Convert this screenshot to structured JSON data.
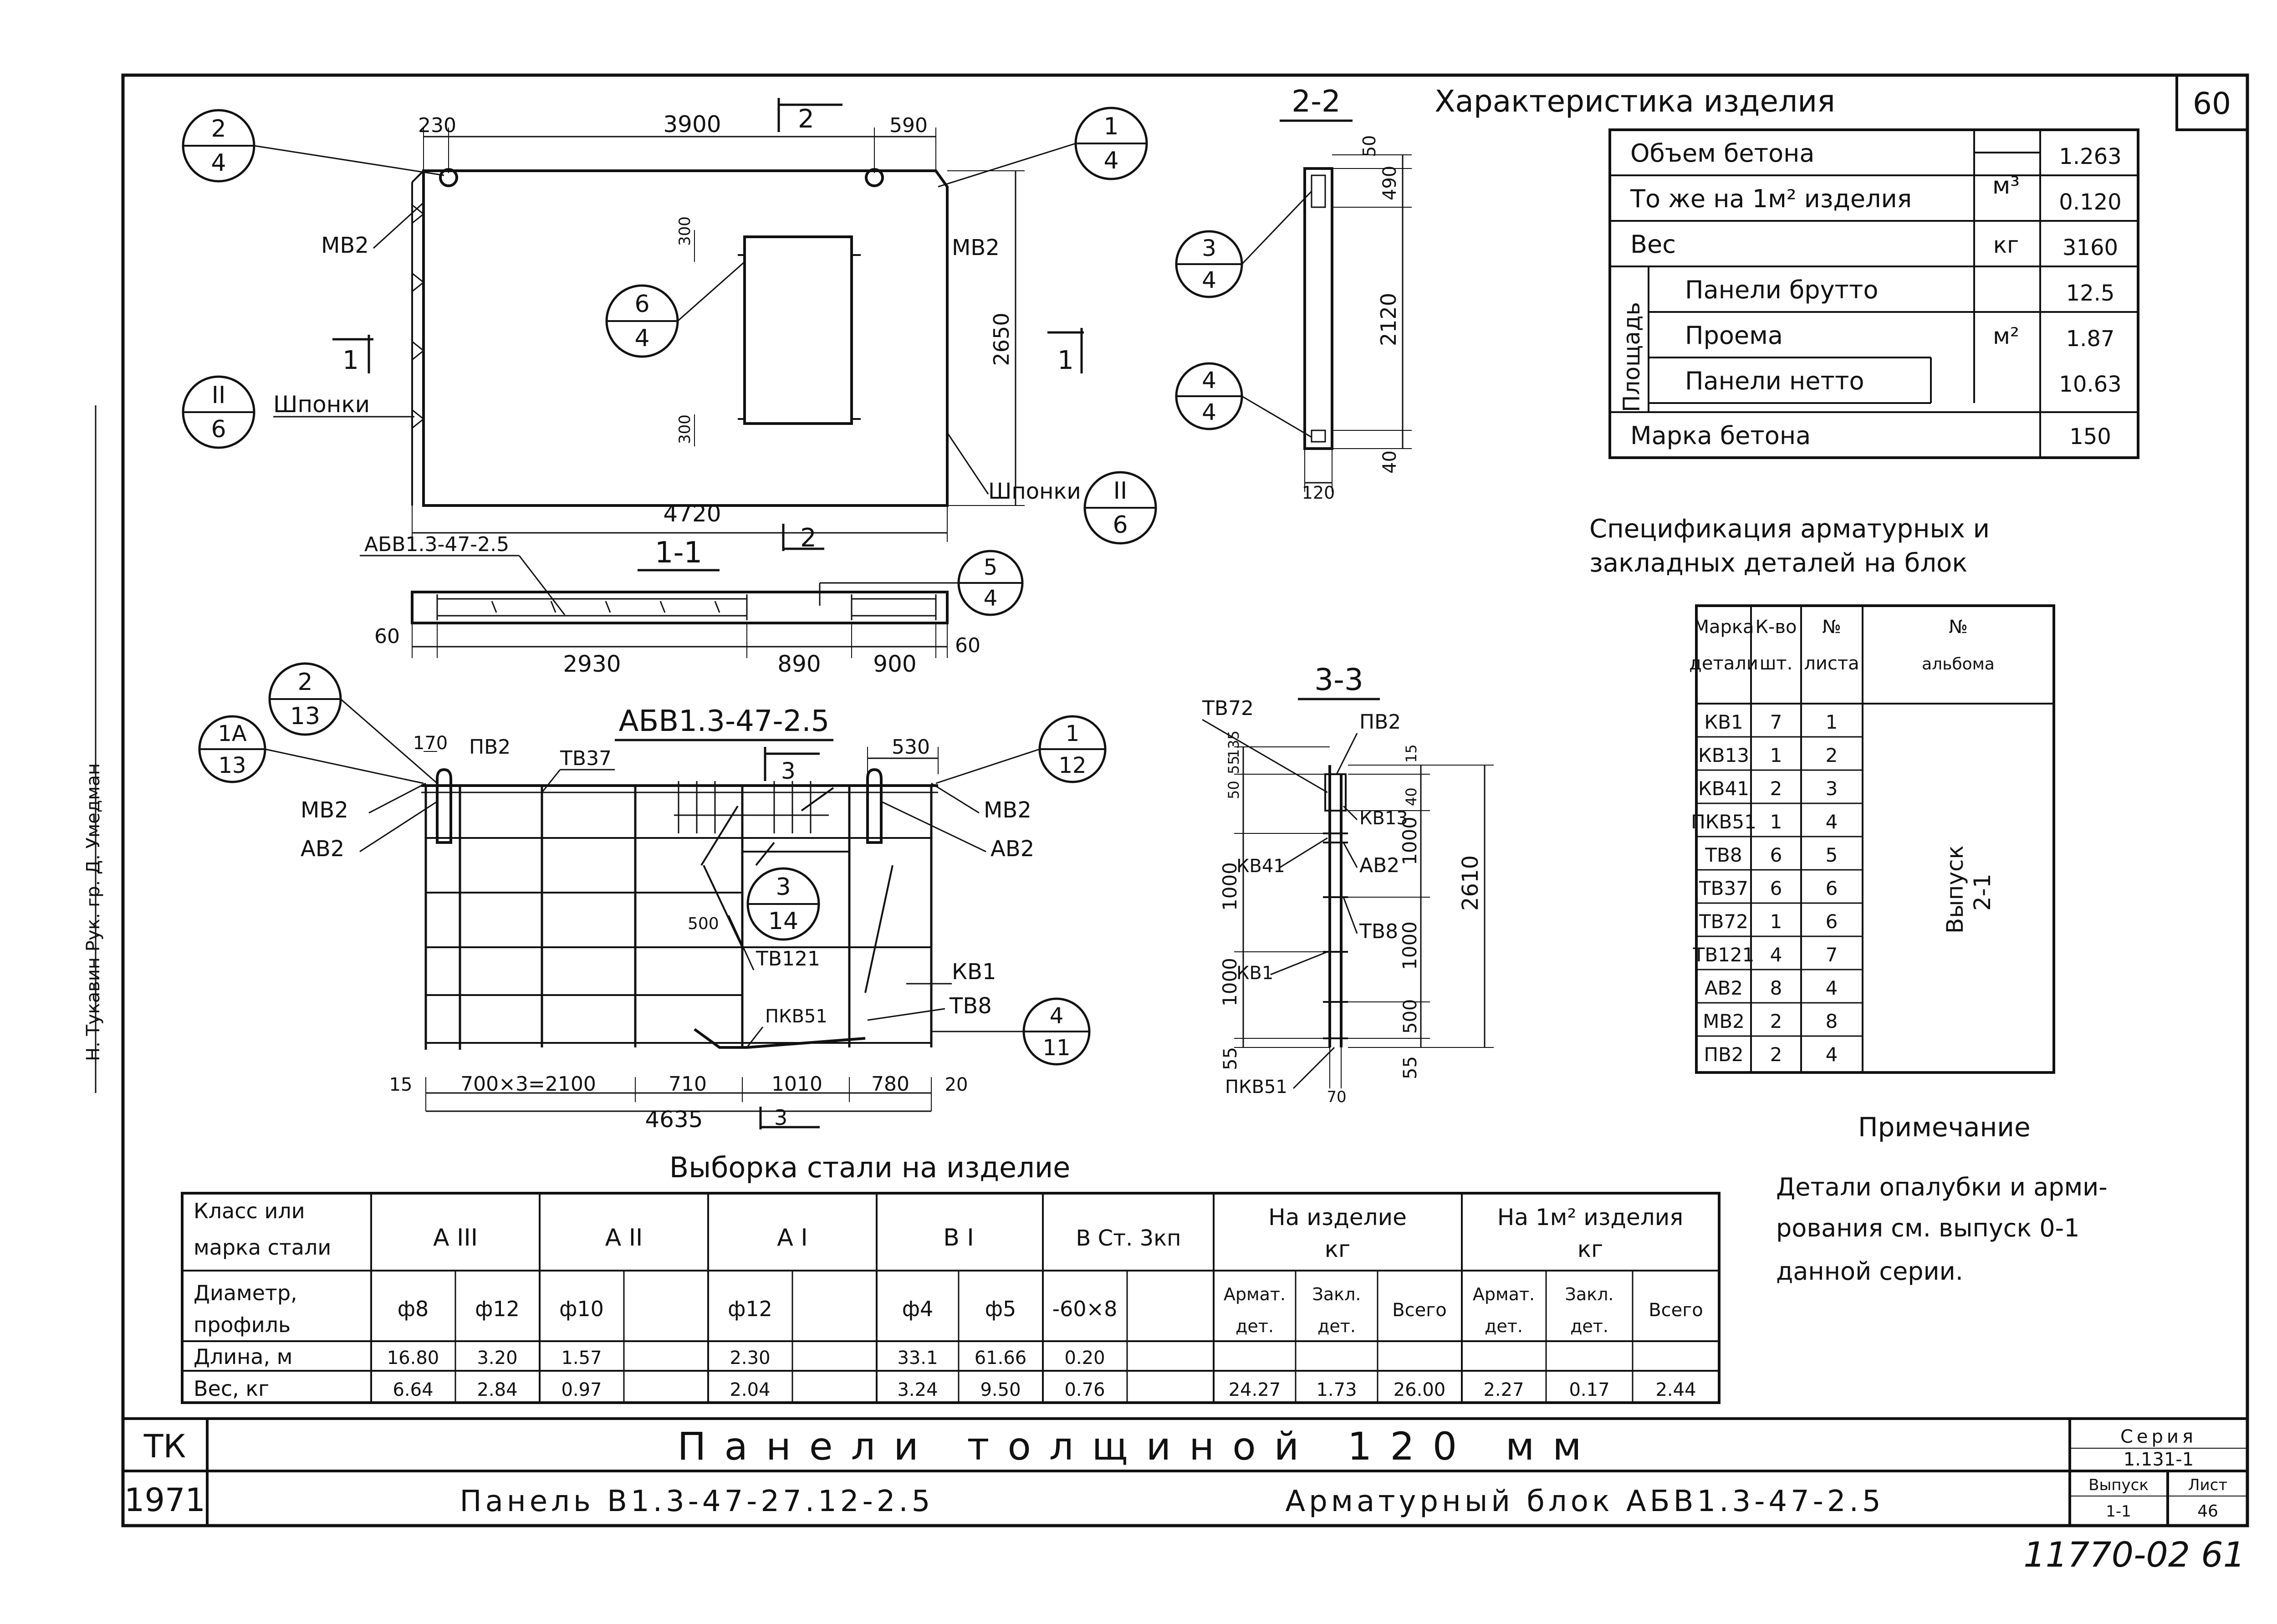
{
  "sheet_number": "60",
  "characteristics": {
    "title": "Характеристика изделия",
    "rows": {
      "concrete_volume": {
        "label": "Объем бетона",
        "unit": "м³",
        "value": "1.263"
      },
      "per_m2": {
        "label": "То же на 1м² изделия",
        "value": "0.120"
      },
      "weight": {
        "label": "Вес",
        "unit": "кг",
        "value": "3160"
      },
      "area_group": "Площадь",
      "area_unit": "м²",
      "area_gross": {
        "label": "Панели брутто",
        "value": "12.5"
      },
      "area_opening": {
        "label": "Проема",
        "value": "1.87"
      },
      "area_net": {
        "label": "Панели нетто",
        "value": "10.63"
      },
      "grade": {
        "label": "Марка бетона",
        "value": "150"
      }
    }
  },
  "spec": {
    "title": [
      "Спецификация арматурных и",
      "закладных деталей на блок"
    ],
    "headers": {
      "mark": [
        "Марка",
        "детали"
      ],
      "qty": [
        "К-во",
        "шт."
      ],
      "sheet": [
        "№",
        "листа"
      ],
      "album": [
        "№",
        "альбома"
      ]
    },
    "rows": [
      {
        "mark": "КВ1",
        "qty": "7",
        "sheet": "1"
      },
      {
        "mark": "КВ13",
        "qty": "1",
        "sheet": "2"
      },
      {
        "mark": "КВ41",
        "qty": "2",
        "sheet": "3"
      },
      {
        "mark": "ПКВ51",
        "qty": "1",
        "sheet": "4"
      },
      {
        "mark": "ТВ8",
        "qty": "6",
        "sheet": "5"
      },
      {
        "mark": "ТВ37",
        "qty": "6",
        "sheet": "6"
      },
      {
        "mark": "ТВ72",
        "qty": "1",
        "sheet": "6"
      },
      {
        "mark": "ТВ121",
        "qty": "4",
        "sheet": "7"
      },
      {
        "mark": "АВ2",
        "qty": "8",
        "sheet": "4"
      },
      {
        "mark": "МВ2",
        "qty": "2",
        "sheet": "8"
      },
      {
        "mark": "ПВ2",
        "qty": "2",
        "sheet": "4"
      }
    ],
    "album_value": [
      "Выпуск",
      "2-1"
    ]
  },
  "note": {
    "title": "Примечание",
    "lines": [
      "Детали опалубки и арми-",
      "рования см. выпуск 0-1",
      "данной серии."
    ]
  },
  "steel": {
    "title": "Выборка стали на изделие",
    "class_label": [
      "Класс или",
      "марка стали"
    ],
    "diam_label": [
      "Диаметр,",
      "профиль"
    ],
    "length_label": "Длина, м",
    "weight_label": "Вес, кг",
    "classes": [
      "А III",
      "А II",
      "А I",
      "В I",
      "В Ст. 3кп"
    ],
    "per_product": [
      "На изделие",
      "кг"
    ],
    "per_m2": [
      "На 1м² изделия",
      "кг"
    ],
    "sub_headers": {
      "armat": [
        "Армат.",
        "дет."
      ],
      "zakl": [
        "Закл.",
        "дет."
      ],
      "total": "Всего"
    },
    "diameters": [
      "ф8",
      "ф12",
      "ф10",
      "",
      "ф12",
      "",
      "ф4",
      "ф5",
      "-60×8"
    ],
    "lengths": [
      "16.80",
      "3.20",
      "1.57",
      "",
      "2.30",
      "",
      "33.1",
      "61.66",
      "0.20"
    ],
    "weights": [
      "6.64",
      "2.84",
      "0.97",
      "",
      "2.04",
      "",
      "3.24",
      "9.50",
      "0.76"
    ],
    "totals_product": [
      "24.27",
      "1.73",
      "26.00"
    ],
    "totals_m2": [
      "2.27",
      "0.17",
      "2.44"
    ]
  },
  "title_block": {
    "org": "ТК",
    "year": "1971",
    "main_title": "Панели толщиной 120 мм",
    "subtitle_left": "Панель В1.3-47-27.12-2.5",
    "subtitle_right": "Арматурный блок АБВ1.3-47-2.5",
    "series_label": "Серия",
    "series_value": "1.131-1",
    "issue_label": "Выпуск",
    "issue_value": "1-1",
    "sheet_label": "Лист",
    "sheet_value": "46"
  },
  "stamp_number": "11770-02 61",
  "side_signature": "Н. Тукавин Рук. гр.   Д. Умедман",
  "formwork_view": {
    "dims_top": [
      "230",
      "3900",
      "590"
    ],
    "dim_right": "2650",
    "dim_bottom": "4720",
    "opening_dims": [
      "300",
      "300"
    ],
    "labels": {
      "mv2_left": "МВ2",
      "mv2_right": "МВ2",
      "shponki_left": "Шпонки",
      "shponki_right": "Шпонки"
    },
    "section_marks": {
      "s1_left": "1",
      "s1_right": "1",
      "s2_top": "2",
      "s2_bottom": "2"
    },
    "callouts": [
      {
        "top": "2",
        "bottom": "4"
      },
      {
        "top": "1",
        "bottom": "4"
      },
      {
        "top": "6",
        "bottom": "4"
      },
      {
        "top": "II",
        "bottom": "6"
      },
      {
        "top": "II",
        "bottom": "6"
      }
    ]
  },
  "section_11": {
    "title": "1-1",
    "label": "АБВ1.3-47-2.5",
    "dims": [
      "60",
      "2930",
      "890",
      "900",
      "60"
    ],
    "callout": {
      "top": "5",
      "bottom": "4"
    }
  },
  "section_22": {
    "title": "2-2",
    "dims": [
      "50",
      "490",
      "2120",
      "40",
      "120"
    ],
    "callouts": [
      {
        "top": "3",
        "bottom": "4"
      },
      {
        "top": "4",
        "bottom": "4"
      }
    ]
  },
  "block_view": {
    "title": "АБВ1.3-47-2.5",
    "labels": [
      "ПВ2",
      "ТВ37",
      "МВ2",
      "АВ2",
      "МВ2",
      "АВ2",
      "КВ1",
      "ТВ8",
      "ПКВ51",
      "ТВ121",
      "500"
    ],
    "dims_top": [
      "170",
      "530"
    ],
    "dims_bottom": [
      "15",
      "700×3=2100",
      "710",
      "1010",
      "780",
      "20"
    ],
    "dim_total": "4635",
    "section_mark": "3",
    "callouts": [
      {
        "top": "2",
        "bottom": "13"
      },
      {
        "top": "1А",
        "bottom": "13"
      },
      {
        "top": "1",
        "bottom": "12"
      },
      {
        "top": "3",
        "bottom": "14"
      },
      {
        "top": "4",
        "bottom": "11"
      }
    ]
  },
  "section_33": {
    "title": "3-3",
    "labels": [
      "ТВ72",
      "ПВ2",
      "КВ13",
      "КВ41",
      "АВ2",
      "ТВ8",
      "КВ1",
      "ПКВ51"
    ],
    "dims_left": [
      "135",
      "55",
      "50",
      "1000",
      "1000",
      "55"
    ],
    "dims_right": [
      "15",
      "40",
      "1000",
      "1000",
      "500",
      "55"
    ],
    "dim_total": "2610",
    "dim_bottom": "70"
  }
}
